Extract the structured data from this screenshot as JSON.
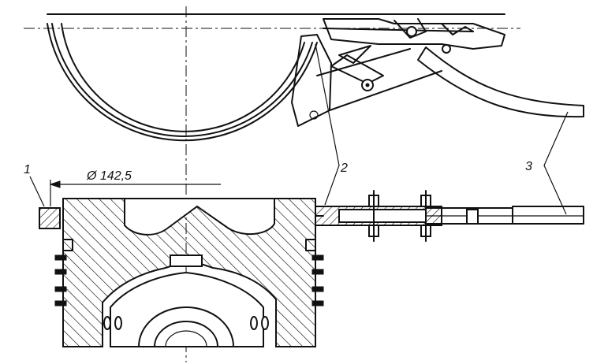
{
  "callouts": {
    "part_1": "1",
    "part_2": "2",
    "part_3": "3"
  },
  "dimension": {
    "diameter": "Ø 142,5"
  },
  "colors": {
    "ink": "#111111",
    "paper": "#ffffff"
  }
}
